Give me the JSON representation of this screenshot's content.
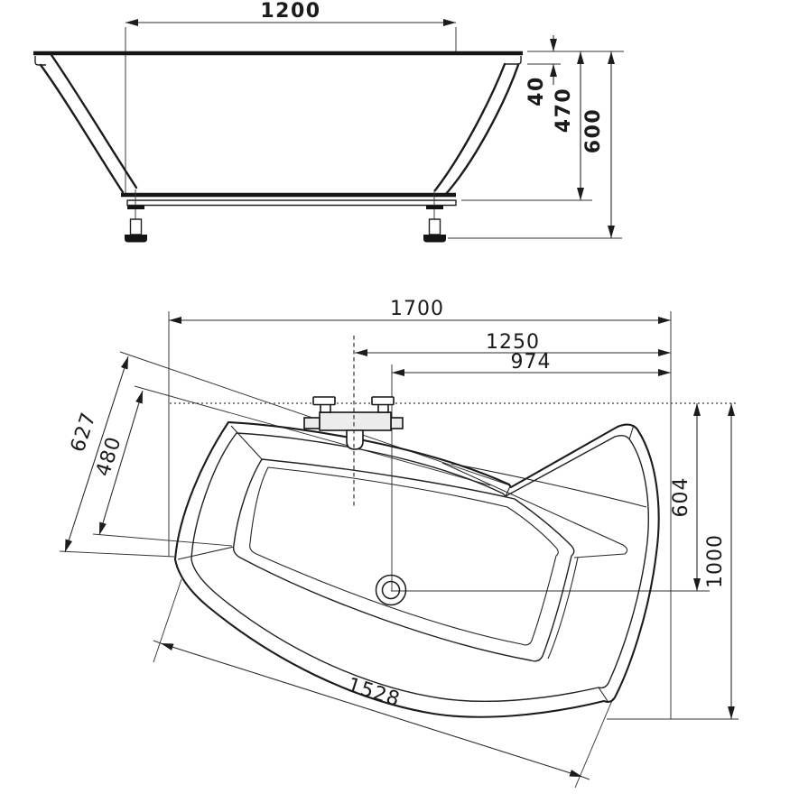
{
  "drawing": {
    "kind": "asymmetric-bathtub-installation-drawing",
    "side_view": {
      "dims": {
        "top_width": "1200",
        "rim_step": "40",
        "inner_depth": "470",
        "total_height": "600"
      }
    },
    "plan_view": {
      "dims": {
        "overall_length": "1700",
        "right_to_faucet_center": "1250",
        "right_to_drain": "974",
        "head_end_outer": "627",
        "head_end_inner": "480",
        "right_side_inner": "604",
        "overall_width": "1000",
        "front_edge": "1528"
      }
    }
  },
  "colors": {
    "line": "#1c1c1c",
    "deck_fill": "#ececec",
    "background": "#ffffff"
  }
}
